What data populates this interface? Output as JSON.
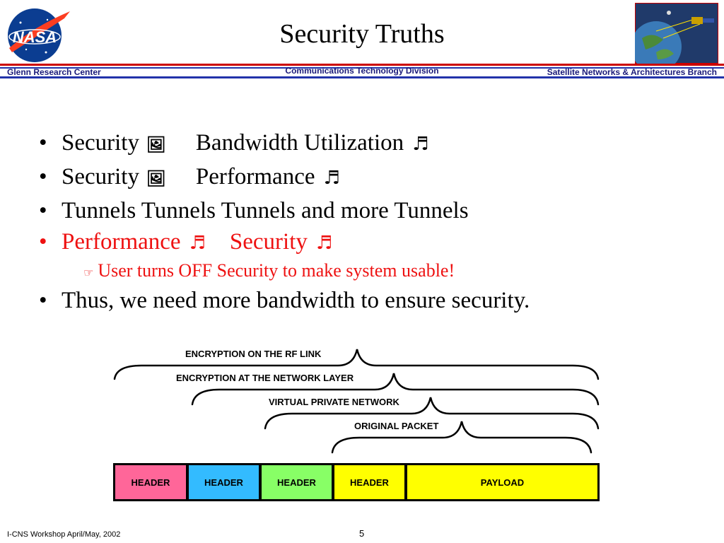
{
  "header": {
    "title": "Security Truths",
    "logo_text": "NASA",
    "left": "Glenn Research Center",
    "center": "Communications Technology Division",
    "right": "Satellite Networks & Architectures Branch"
  },
  "bullets": [
    {
      "text": "Security",
      "after": "Bandwidth Utilization",
      "color": "#000000"
    },
    {
      "text": "Security",
      "after": "Performance",
      "color": "#000000"
    },
    {
      "text": "Tunnels Tunnels Tunnels and more Tunnels",
      "color": "#000000"
    },
    {
      "text": "Performance",
      "after": "Security",
      "color": "#ee1111"
    },
    {
      "sub": "User turns OFF Security to make system usable!",
      "color": "#ee1111"
    },
    {
      "text": "Thus, we need more bandwidth to ensure security.",
      "color": "#000000"
    }
  ],
  "icons": {
    "box": "framed-picture-icon",
    "note": "music-note-icon",
    "hand": "pointing-hand-icon"
  },
  "diagram": {
    "labels": [
      "ENCRYPTION ON THE RF LINK",
      "ENCRYPTION AT THE NETWORK LAYER",
      "VIRTUAL PRIVATE NETWORK",
      "ORIGINAL PACKET"
    ],
    "cells": [
      {
        "label": "HEADER",
        "color": "#ff6699"
      },
      {
        "label": "HEADER",
        "color": "#33bbff"
      },
      {
        "label": "HEADER",
        "color": "#88ff66"
      },
      {
        "label": "HEADER",
        "color": "#ffff00"
      },
      {
        "label": "PAYLOAD",
        "color": "#ffff00"
      }
    ]
  },
  "footer": {
    "left": "I-CNS Workshop  April/May, 2002",
    "page": "5"
  }
}
